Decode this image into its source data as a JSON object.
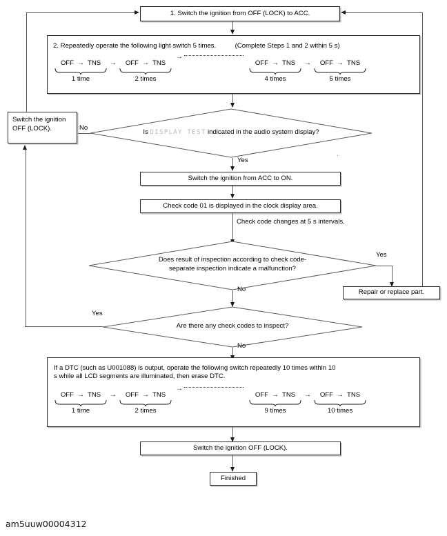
{
  "figure": {
    "caption": "am5uuw00004312"
  },
  "steps": {
    "step1": "1. Switch the ignition from OFF (LOCK) to ACC.",
    "step2_heading": "2. Repeatedly operate the following light switch 5 times.",
    "step2_note": "(Complete Steps 1 and 2 within 5 s)",
    "ignition_off": "Switch the ignition\nOFF (LOCK).",
    "ignition_off_line1": "Switch the ignition",
    "ignition_off_line2": "OFF (LOCK).",
    "acc_to_on": "Switch the ignition from ACC to ON.",
    "check_code_01": "Check code 01 is displayed in the clock display area.",
    "check_code_interval": "Check code changes at 5 s intervals.",
    "repair": "Repair or replace part.",
    "dtc_line1": "If a DTC (such as U001088) is output, operate the following switch repeatedly 10 times within 10",
    "dtc_line2": "s while all LCD segments are illuminated, then erase DTC.",
    "final_ignition_off": "Switch the ignition OFF (LOCK).",
    "finished": "Finished"
  },
  "decisions": {
    "display_test": {
      "prefix": "Is",
      "lcd_text": "DISPLAY TEST",
      "suffix": "indicated in the audio system display?",
      "yes": "Yes",
      "no": "No"
    },
    "malfunction": {
      "line1": "Does result of inspection according to check code-",
      "line2": "separate inspection indicate a malfunction?",
      "yes": "Yes",
      "no": "No"
    },
    "more_codes": {
      "text": "Are there any check codes to inspect?",
      "yes": "Yes",
      "no": "No"
    }
  },
  "switch_sequence_top": {
    "off": "OFF",
    "tns": "TNS",
    "arrow": "→",
    "steps": [
      {
        "off": "OFF",
        "tns": "TNS",
        "caption": "1 time"
      },
      {
        "off": "OFF",
        "tns": "TNS",
        "caption": "2 times"
      },
      {
        "off": "OFF",
        "tns": "TNS",
        "caption": "4 times"
      },
      {
        "off": "OFF",
        "tns": "TNS",
        "caption": "5 times"
      }
    ]
  },
  "switch_sequence_bottom": {
    "off": "OFF",
    "tns": "TNS",
    "arrow": "→",
    "steps": [
      {
        "off": "OFF",
        "tns": "TNS",
        "caption": "1 time"
      },
      {
        "off": "OFF",
        "tns": "TNS",
        "caption": "2 times"
      },
      {
        "off": "OFF",
        "tns": "TNS",
        "caption": "9 times"
      },
      {
        "off": "OFF",
        "tns": "TNS",
        "caption": "10 times"
      }
    ]
  },
  "colors": {
    "line": "#555a5f",
    "border": "#2b2b2b",
    "shadow": "#b9b9b9",
    "lcd_text": "#b8b8b8",
    "background": "#ffffff"
  }
}
